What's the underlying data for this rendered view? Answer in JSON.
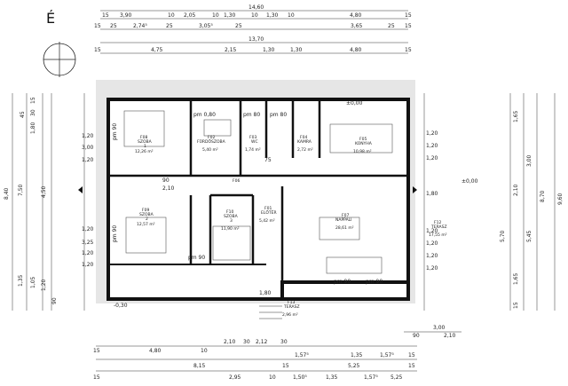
{
  "north_label": "É",
  "elevation_ext": "-0,30",
  "elevation_int": "±0,00",
  "top_dims": {
    "total": "14,60",
    "row1": [
      "15",
      "3,90",
      "10",
      "2,05",
      "10",
      "1,30",
      "10",
      "1,30",
      "10",
      "4,80",
      "15"
    ],
    "row2": [
      "15",
      "25",
      "2,74⁵",
      "25",
      "3,05⁵",
      "25",
      "3,65",
      "25",
      "15"
    ],
    "overall": "13,70",
    "row3": [
      "15",
      "4,75",
      "2,15",
      "1,30",
      "1,30",
      "4,80",
      "15"
    ]
  },
  "bottom_dims": {
    "row1": [
      "15",
      "4,80",
      "10",
      "2,10",
      "30",
      "2,12",
      "30",
      "1,57⁵",
      "1,35",
      "1,57⁵",
      "15"
    ],
    "row2": [
      "8,15",
      "15",
      "5,25",
      "15"
    ],
    "row3": [
      "15",
      "2,95",
      "10",
      "1,50⁵",
      "1,35",
      "1,57⁵",
      "5,25"
    ],
    "terrace": [
      "90",
      "3,00",
      "2,10"
    ]
  },
  "left_dims": {
    "total": "8,40",
    "main": [
      "1,20",
      "3,00",
      "1,20",
      "1,20",
      "3,25",
      "1,20",
      "1,20"
    ],
    "outer": [
      "45",
      "30",
      "1,80",
      "15",
      "7,50",
      "4,50",
      "1,35",
      "1,05",
      "1,20",
      "90"
    ]
  },
  "right_dims": {
    "total": "9,60",
    "main": [
      "1,20",
      "1,20",
      "1,20",
      "1,80",
      "1,20",
      "1,20",
      "1,20",
      "1,20"
    ],
    "outer": [
      "1,65",
      "3,00",
      "2,10",
      "8,70",
      "5,70",
      "5,45",
      "1,65",
      "15"
    ]
  },
  "rooms": [
    {
      "code": "F08",
      "name": "SZOBA",
      "sub": "1",
      "area": "12,26 m²"
    },
    {
      "code": "F02",
      "name": "FÜRDŐSZOBA",
      "sub": "",
      "area": "5,40 m²"
    },
    {
      "code": "F03",
      "name": "WC",
      "sub": "",
      "area": "1,74 m²"
    },
    {
      "code": "F04",
      "name": "KAMRA",
      "sub": "",
      "area": "2,72 m²"
    },
    {
      "code": "F05",
      "name": "KONYHA",
      "sub": "",
      "area": "10,98 m²"
    },
    {
      "code": "F09",
      "name": "SZOBA",
      "sub": "2",
      "area": "12,57 m²"
    },
    {
      "code": "F10",
      "name": "SZOBA",
      "sub": "3",
      "area": "11,90 m²"
    },
    {
      "code": "F01",
      "name": "ELŐTÉR",
      "sub": "",
      "area": "5,42 m²"
    },
    {
      "code": "F07",
      "name": "NAPPALI",
      "sub": "",
      "area": "28,61 m²"
    },
    {
      "code": "F12",
      "name": "TERASZ",
      "sub": "",
      "area": "17,55 m²"
    },
    {
      "code": "F13",
      "name": "TERASZ",
      "sub": "",
      "area": "2,96 m²"
    }
  ],
  "labels": {
    "hall": "F06",
    "pm_labels": [
      "pm 90",
      "pm 90",
      "pm 0,80",
      "pm 80",
      "pm 80",
      "pm 90",
      "pm 90",
      "pm 90"
    ],
    "opening_90": "90",
    "opening_210": "2,10",
    "opening_75": "75",
    "stair_180": "1,80"
  }
}
